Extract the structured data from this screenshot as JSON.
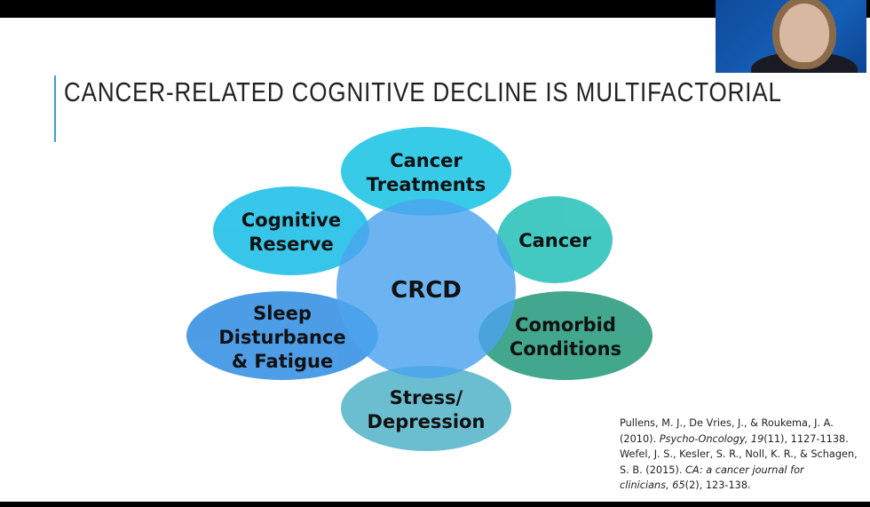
{
  "slide": {
    "title": "CANCER-RELATED COGNITIVE DECLINE IS MULTIFACTORIAL",
    "center": "CRCD",
    "factors": {
      "treatments": [
        "Cancer",
        "Treatments"
      ],
      "reserve": [
        "Cognitive",
        "Reserve"
      ],
      "cancer": [
        "Cancer"
      ],
      "sleep": [
        "Sleep",
        "Disturbance",
        "& Fatigue"
      ],
      "comorbid": [
        "Comorbid",
        "Conditions"
      ],
      "stress": [
        "Stress/",
        "Depression"
      ]
    },
    "references": [
      "Pullens, M. J., De Vries, J., & Roukema, J. A.",
      "(2010). ",
      "Psycho-Oncology, 19",
      "(11), 1127-1138.",
      "Wefel, J. S., Kesler, S. R., Noll, K. R., & Schagen,",
      "S. B. (2015).  ",
      "CA: a cancer journal for",
      "clinicians, 65",
      "(2), 123-138."
    ]
  },
  "colors": {
    "center": "#4aa4ee",
    "treatments": "#22c6e6",
    "reserve": "#22c0e8",
    "cancer": "#30c4bc",
    "sleep": "#3a92e4",
    "comorbid": "#2e9e80",
    "stress": "#5cb8cc"
  },
  "webcam": {
    "participant_icon": "participant-video-icon"
  }
}
